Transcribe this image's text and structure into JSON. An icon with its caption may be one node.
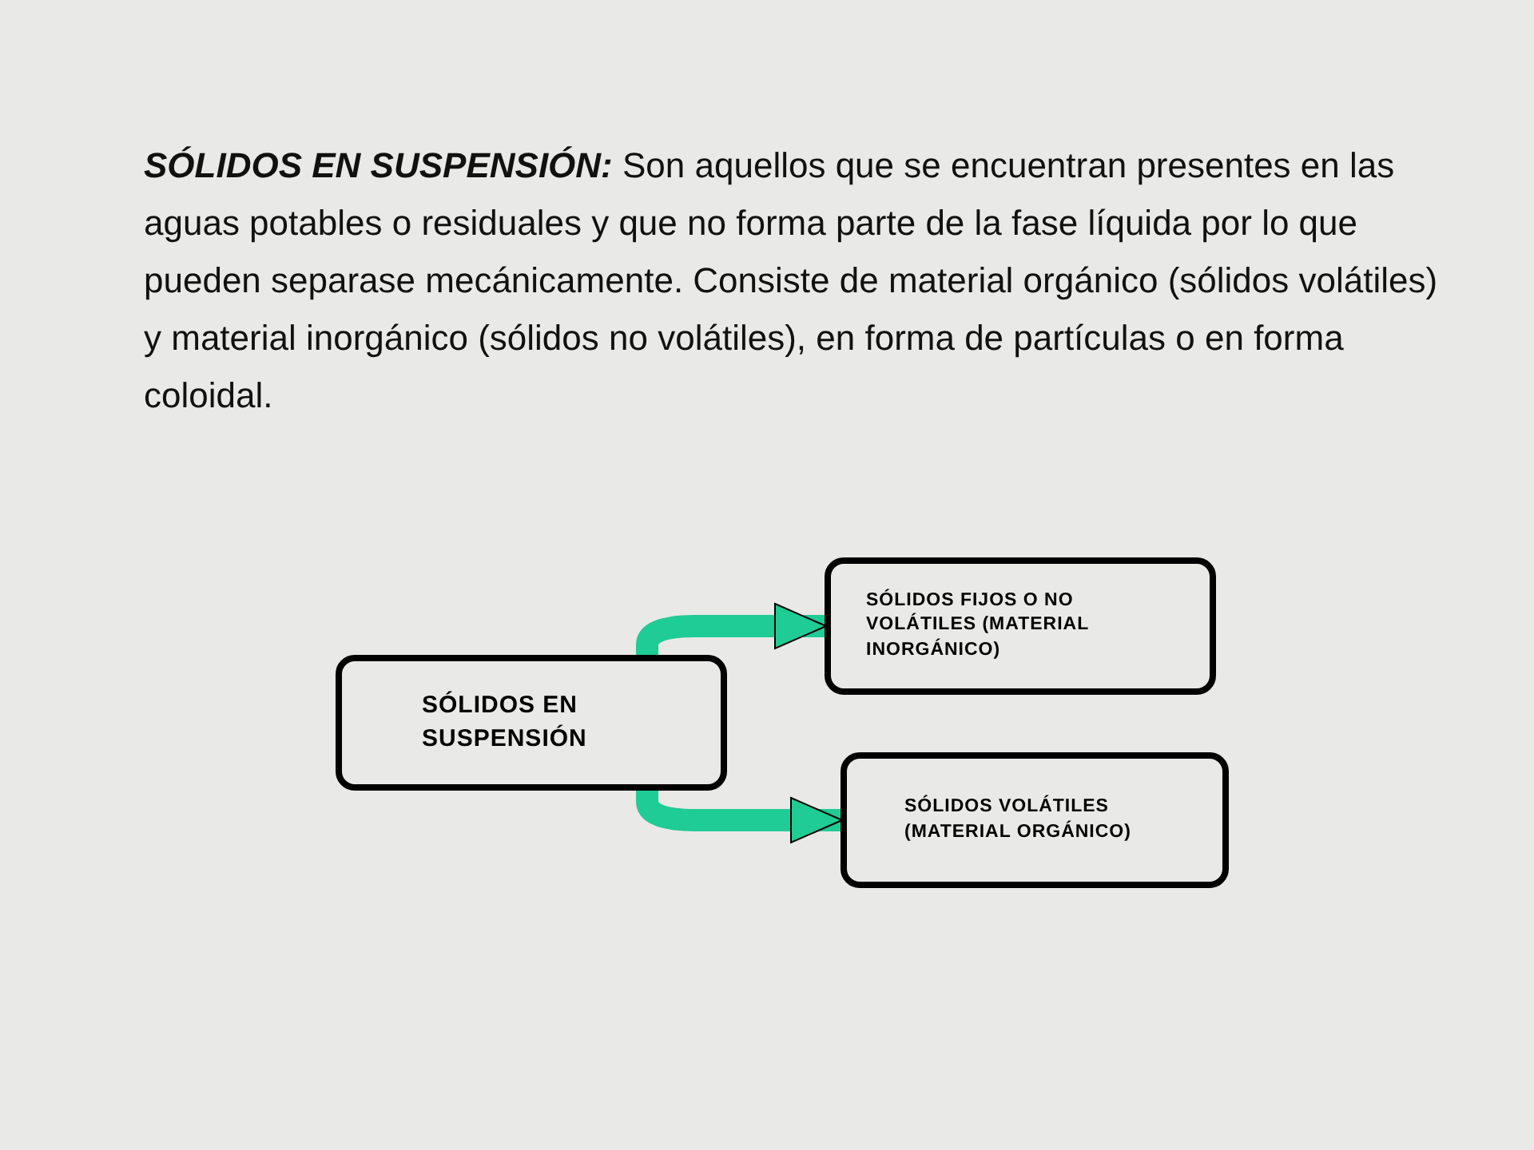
{
  "diagram": {
    "nodes": [
      {
        "text": [
          "SÓLIDOS EN SUSPENSIÓN"
        ]
      },
      {
        "text": [
          "SÓLIDOS FIJOS O NO VOLÁTILES (MATERIAL INORGÁNICO)"
        ]
      },
      {
        "text": [
          "SÓLIDOS VOLÁTILES (MATERIAL ORGÁNICO)"
        ]
      }
    ],
    "edges": [
      {
        "from": 0,
        "to": 1,
        "arrow": "to"
      },
      {
        "from": 0,
        "to": 2,
        "arrow": "to"
      }
    ],
    "labels": [
      "**SÓLIDOS EN SUSPENSIÓN:** Son aquellos que se encuentran presentes en las aguas potables o residuales y que no forma parte de la fase líquida por lo que pueden separase mecánicamente. Consiste de material orgánico (sólidos volátiles) y material inorgánico (sólidos no volátiles), en forma de partículas o en forma coloidal."
    ]
  }
}
